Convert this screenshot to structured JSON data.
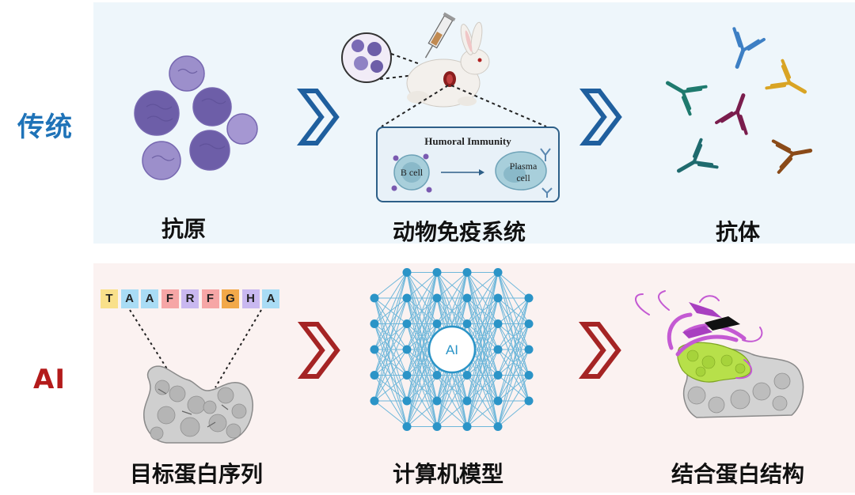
{
  "rows": {
    "traditional": {
      "label": "传统",
      "color": "#1f73b8",
      "steps": [
        "抗原",
        "动物免疫系统",
        "抗体"
      ]
    },
    "ai": {
      "label": "AI",
      "color": "#b31b1b",
      "steps": [
        "目标蛋白序列",
        "计算机模型",
        "结合蛋白结构"
      ]
    }
  },
  "humoral": {
    "title": "Humoral Immunity",
    "b_cell": "B cell",
    "plasma_line1": "Plasma",
    "plasma_line2": "cell"
  },
  "sequence": [
    {
      "letter": "T",
      "color": "#f9e08a"
    },
    {
      "letter": "A",
      "color": "#a9dcf5"
    },
    {
      "letter": "A",
      "color": "#a9dcf5"
    },
    {
      "letter": "F",
      "color": "#f6a6a6"
    },
    {
      "letter": "R",
      "color": "#c9b8f0"
    },
    {
      "letter": "F",
      "color": "#f6a6a6"
    },
    {
      "letter": "G",
      "color": "#f2a94a"
    },
    {
      "letter": "H",
      "color": "#c9b8f0"
    },
    {
      "letter": "A",
      "color": "#a9dcf5"
    }
  ],
  "network": {
    "center_label": "AI",
    "layers": [
      5,
      7,
      7,
      7,
      7,
      5
    ],
    "color": "#2b94c7"
  },
  "colors": {
    "blue_chevron": "#1f5f9e",
    "red_chevron": "#a52424",
    "antigen": "#8a79c0",
    "antibodies": [
      "#3d7fc4",
      "#d9a424",
      "#1f7a6e",
      "#7a1d4d",
      "#1f6a6e",
      "#8a4a18"
    ]
  }
}
